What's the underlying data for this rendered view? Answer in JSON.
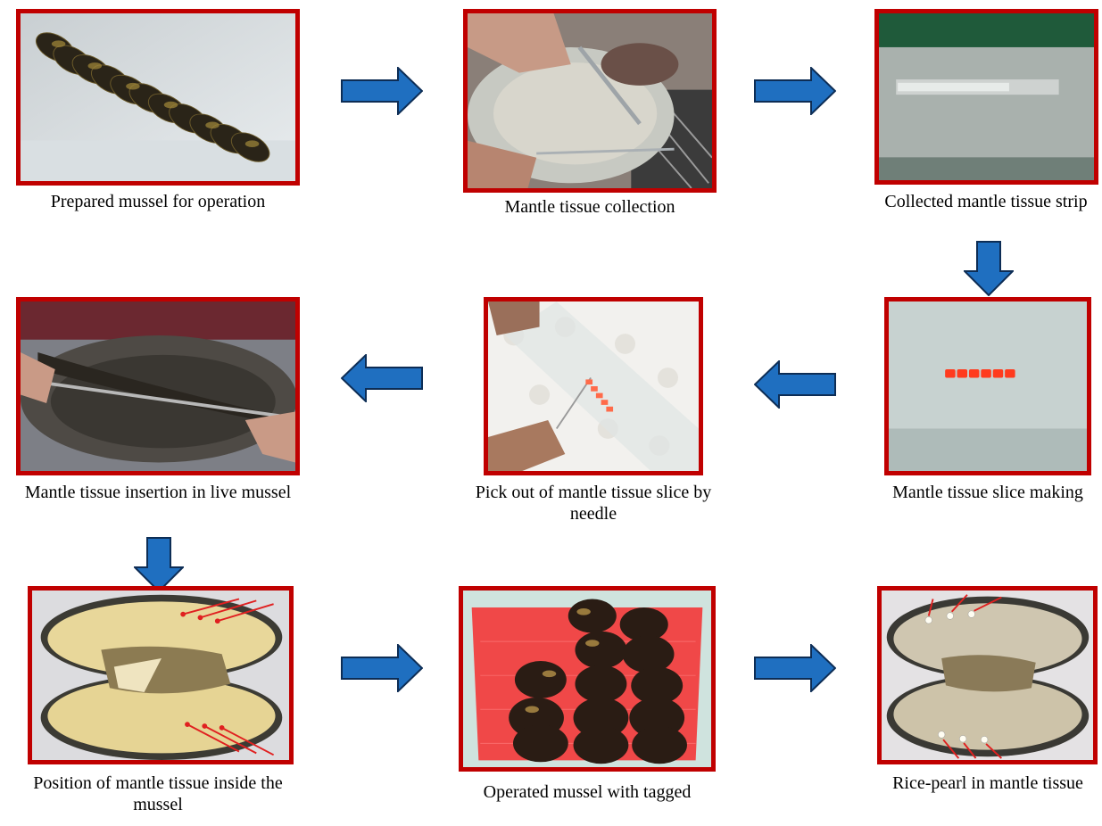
{
  "steps": [
    {
      "caption": "Prepared mussel for operation"
    },
    {
      "caption": "Mantle tissue collection"
    },
    {
      "caption": "Collected mantle tissue strip"
    },
    {
      "caption": "Mantle tissue slice making"
    },
    {
      "caption": "Pick out of mantle tissue slice by needle"
    },
    {
      "caption": "Mantle tissue insertion in live mussel"
    },
    {
      "caption": "Position of mantle tissue inside the mussel"
    },
    {
      "caption": "Operated mussel with tagged"
    },
    {
      "caption": "Rice-pearl in mantle tissue"
    }
  ],
  "colors": {
    "frame": "#c00000",
    "arrow_fill": "#1f6fc0",
    "arrow_stroke": "#0d2d55",
    "red_marker": "#e02020"
  }
}
